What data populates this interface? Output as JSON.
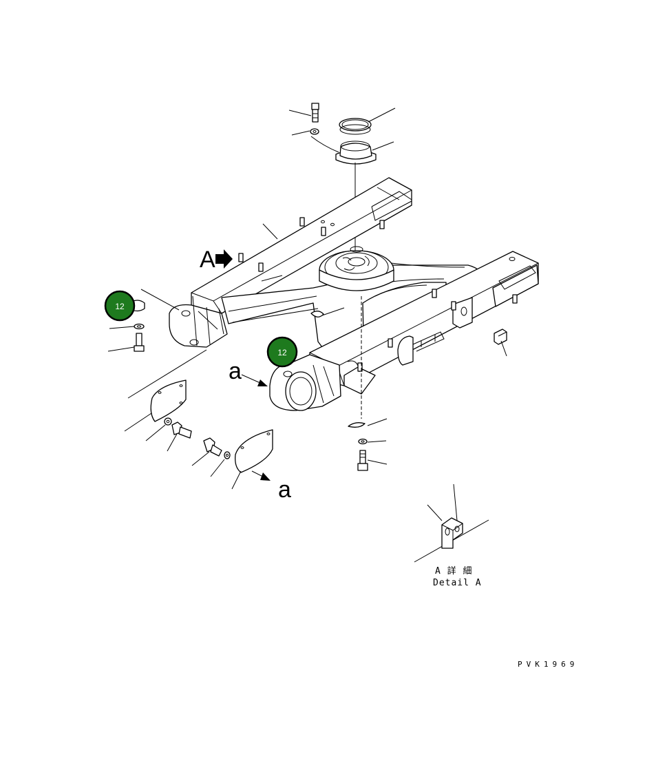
{
  "view_labels": {
    "A": "A",
    "a_upper": "a",
    "a_lower": "a"
  },
  "detail": {
    "title_jp": "A 詳 細",
    "title_en": "Detail A"
  },
  "drawing_code": "PVK1969",
  "callouts": [
    {
      "id": "callout-left",
      "label": "12"
    },
    {
      "id": "callout-right",
      "label": "12"
    }
  ],
  "colors": {
    "callout_fill": "#1e7a1e",
    "callout_ring": "#000000",
    "line": "#000000",
    "background": "#ffffff"
  }
}
